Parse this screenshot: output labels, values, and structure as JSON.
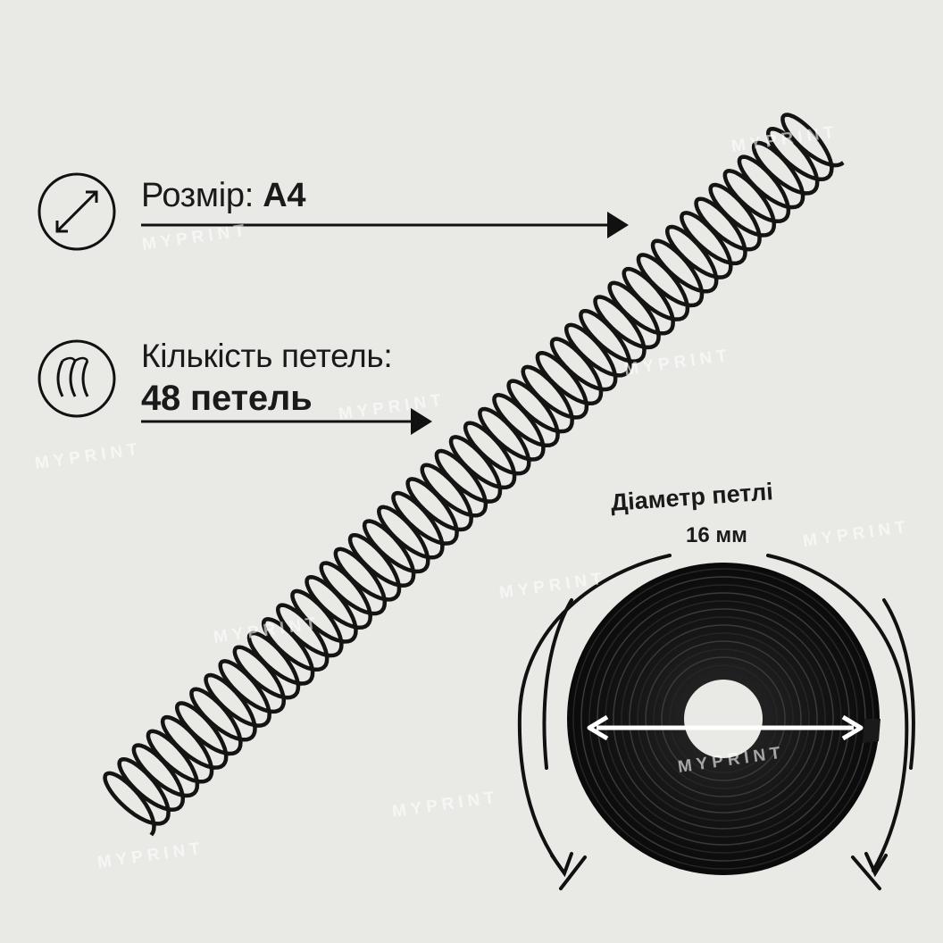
{
  "size": {
    "label": "Розмір: ",
    "value": "A4"
  },
  "loops": {
    "caption": "Кількість петель:",
    "value": "48 петель"
  },
  "diameter": {
    "title": "Діаметр петлі",
    "value": "16 мм"
  },
  "watermark": {
    "text": "MYPRINT"
  },
  "icons": [
    "resize-arrows-icon",
    "coil-loops-icon"
  ],
  "colors": {
    "background": "#e9eae6",
    "ink": "#1a1a1a",
    "spring": "#141414"
  }
}
